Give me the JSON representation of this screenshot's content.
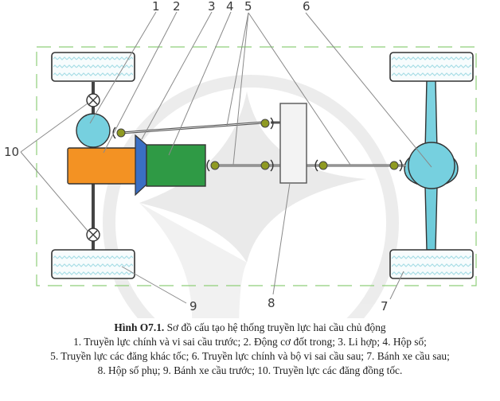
{
  "figure": {
    "callout_numbers": [
      "1",
      "2",
      "3",
      "4",
      "5",
      "6",
      "7",
      "8",
      "9",
      "10"
    ],
    "colors": {
      "engine": "#f39223",
      "clutch": "#3a6fc4",
      "gearbox": "#2f9a45",
      "differential": "#76d0df",
      "joint": "#8f9a22",
      "tire_wave": "#a8dde6",
      "frame_dash": "#8fcf7a",
      "transfer_case": "#f3f3f3"
    },
    "components": [
      {
        "id": "1",
        "name": "front-final-drive-differential"
      },
      {
        "id": "2",
        "name": "internal-combustion-engine"
      },
      {
        "id": "3",
        "name": "clutch"
      },
      {
        "id": "4",
        "name": "gearbox"
      },
      {
        "id": "5",
        "name": "non-constant-velocity-cardan-drive"
      },
      {
        "id": "6",
        "name": "rear-final-drive-differential"
      },
      {
        "id": "7",
        "name": "rear-axle-wheel"
      },
      {
        "id": "8",
        "name": "transfer-case"
      },
      {
        "id": "9",
        "name": "front-axle-wheel"
      },
      {
        "id": "10",
        "name": "constant-velocity-joint-drive"
      }
    ]
  },
  "caption": {
    "figure_label": "Hình O7.1.",
    "title": " Sơ đồ cấu tạo hệ thống truyền lực hai cầu chủ động",
    "line1": "1. Truyền lực chính và vi sai cầu trước; 2. Động cơ đốt trong; 3. Li hợp; 4. Hộp số;",
    "line2": "5. Truyền lực các đăng khác tốc; 6. Truyền lực chính và bộ vi sai cầu sau; 7. Bánh xe cầu sau;",
    "line3": "8. Hộp số phụ; 9. Bánh xe cầu trước; 10. Truyền lực các đăng đồng tốc."
  }
}
